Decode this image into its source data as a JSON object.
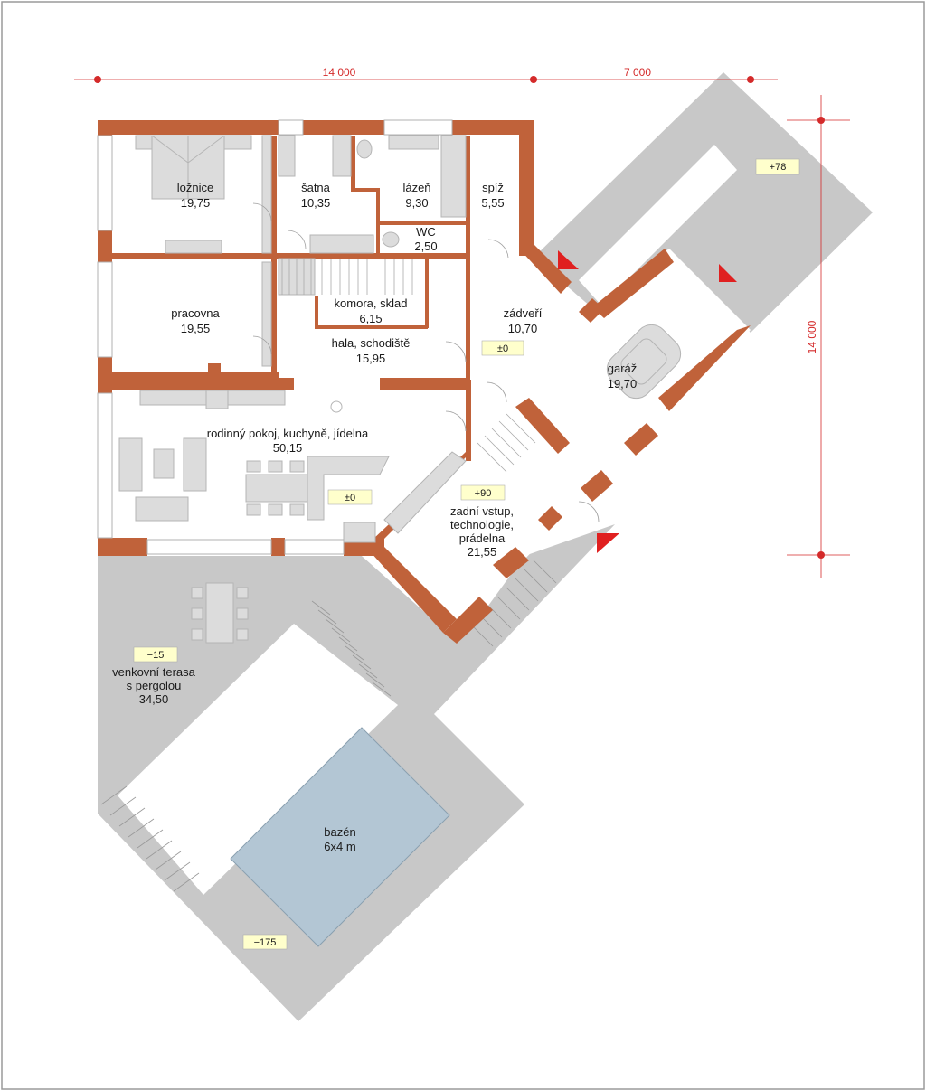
{
  "dimensions": {
    "top_left": "14 000",
    "top_right": "7 000",
    "right": "14 000"
  },
  "rooms": {
    "loznice": {
      "name": "ložnice",
      "area": "19,75"
    },
    "satna": {
      "name": "šatna",
      "area": "10,35"
    },
    "lazen": {
      "name": "lázeň",
      "area": "9,30"
    },
    "spiz": {
      "name": "spíž",
      "area": "5,55"
    },
    "wc": {
      "name": "WC",
      "area": "2,50"
    },
    "pracovna": {
      "name": "pracovna",
      "area": "19,55"
    },
    "komora": {
      "name": "komora, sklad",
      "area": "6,15"
    },
    "hala": {
      "name": "hala, schodiště",
      "area": "15,95"
    },
    "zadveri": {
      "name": "zádveří",
      "area": "10,70"
    },
    "garaz": {
      "name": "garáž",
      "area": "19,70"
    },
    "obyvak": {
      "name": "rodinný pokoj, kuchyně, jídelna",
      "area": "50,15"
    },
    "zadni_vstup": {
      "line1": "zadní vstup,",
      "line2": "technologie,",
      "line3": "prádelna",
      "area": "21,55"
    },
    "terasa": {
      "line1": "venkovní terasa",
      "line2": "s pergolou",
      "area": "34,50"
    },
    "bazen": {
      "name": "bazén",
      "area": "6x4 m"
    }
  },
  "levels": {
    "garage_drive": "+78",
    "hall": "±0",
    "living": "±0",
    "back_entry": "+90",
    "terrace": "−15",
    "pool_deck": "−175"
  },
  "colors": {
    "wall": "#c0623a",
    "paving": "#c8c8c8",
    "pool": "#b3c6d4",
    "dimension": "#d42a2a",
    "level_tag": "#ffffcc"
  }
}
